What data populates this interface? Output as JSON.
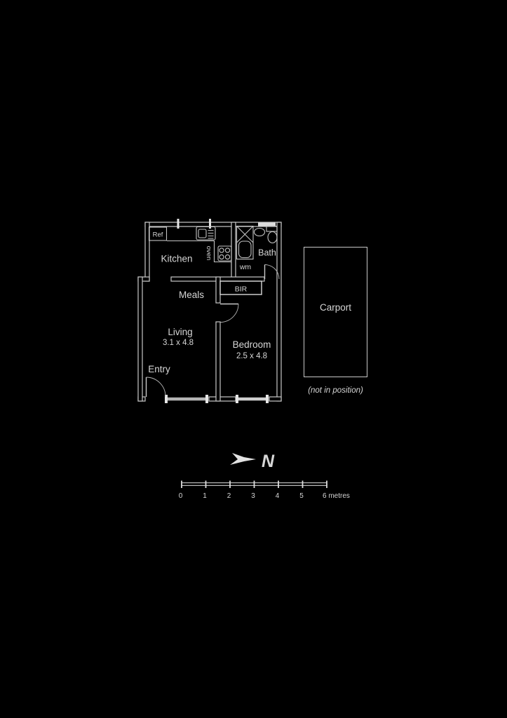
{
  "floor_plan": {
    "rooms": {
      "kitchen": {
        "label": "Kitchen"
      },
      "meals": {
        "label": "Meals"
      },
      "living": {
        "label": "Living",
        "dimensions": "3.1 x 4.8"
      },
      "bedroom": {
        "label": "Bedroom",
        "dimensions": "2.5 x 4.8"
      },
      "entry": {
        "label": "Entry"
      },
      "bath": {
        "label": "Bath"
      }
    },
    "fixtures": {
      "fridge_label": "Ref",
      "oven_label": "oven",
      "washing_machine_label": "wm",
      "built_in_robe_label": "BIR"
    },
    "carport": {
      "label": "Carport",
      "note": "(not in position)"
    }
  },
  "compass": {
    "north_label": "N"
  },
  "scale_bar": {
    "tick_labels": [
      "0",
      "1",
      "2",
      "3",
      "4",
      "5"
    ],
    "end_label": "6 metres"
  },
  "colors": {
    "background": "#000000",
    "lines": "#c9c9c9",
    "text": "#d6d6d6"
  }
}
